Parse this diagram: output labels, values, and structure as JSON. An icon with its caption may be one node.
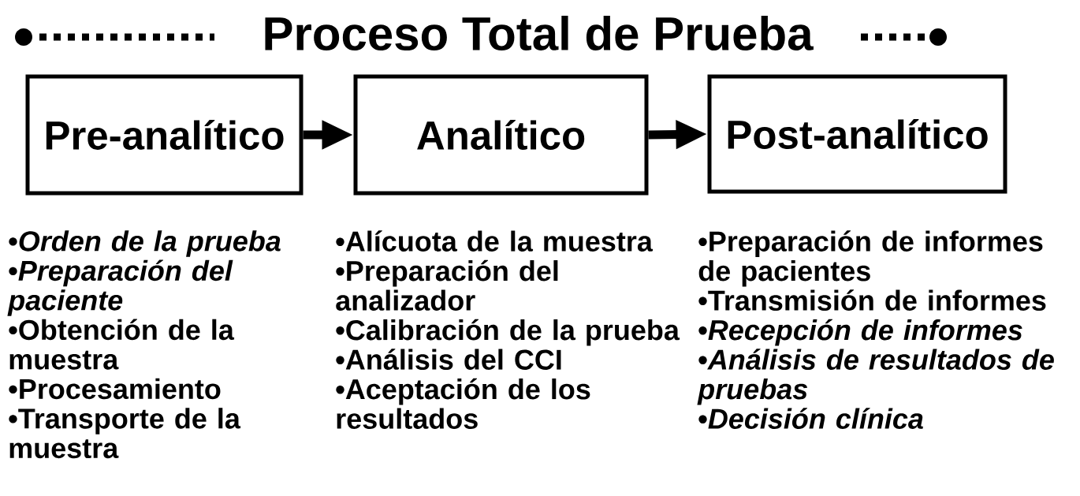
{
  "diagram": {
    "title": "Proceso Total de Prueba",
    "nodes": [
      {
        "text": [
          "Pre-analítico"
        ],
        "beside": [
          "•*Orden de la prueba*",
          "•*Preparación del paciente*",
          "•Obtención de la muestra",
          "•Procesamiento",
          "•Transporte de la muestra"
        ]
      },
      {
        "text": [
          "Analítico"
        ],
        "beside": [
          "•Alícuota de la muestra",
          "•Preparación del analizador",
          "•Calibración de la prueba",
          "•Análisis del CCI",
          "•Aceptación de los resultados"
        ]
      },
      {
        "text": [
          "Post-analítico"
        ],
        "beside": [
          "•Preparación de informes de pacientes",
          "•Transmisión de informes",
          "•*Recepción de informes*",
          "•*Análisis de resultados de pruebas*",
          "•*Decisión clínica*"
        ]
      }
    ],
    "edges": [
      {
        "from": 0,
        "to": 1,
        "arrow": "to"
      },
      {
        "from": 1,
        "to": 2,
        "arrow": "to"
      }
    ]
  }
}
